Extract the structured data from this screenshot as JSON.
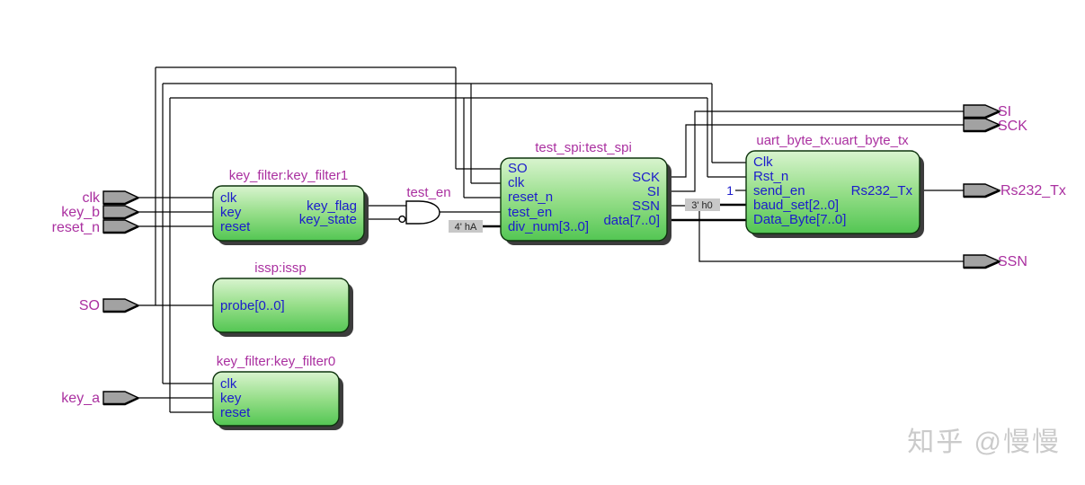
{
  "io": {
    "inputs": [
      {
        "label": "clk"
      },
      {
        "label": "key_b"
      },
      {
        "label": "reset_n"
      },
      {
        "label": "SO"
      },
      {
        "label": "key_a"
      }
    ],
    "outputs": [
      {
        "label": "SI"
      },
      {
        "label": "SCK"
      },
      {
        "label": "Rs232_Tx"
      },
      {
        "label": "SSN"
      }
    ]
  },
  "modules": {
    "key_filter1": {
      "title": "key_filter:key_filter1",
      "inputs": [
        "clk",
        "key",
        "reset"
      ],
      "outputs": [
        "key_flag",
        "key_state"
      ]
    },
    "issp": {
      "title": "issp:issp",
      "inputs": [
        "probe[0..0]"
      ],
      "outputs": []
    },
    "key_filter0": {
      "title": "key_filter:key_filter0",
      "inputs": [
        "clk",
        "key",
        "reset"
      ],
      "outputs": []
    },
    "test_spi": {
      "title": "test_spi:test_spi",
      "inputs": [
        "SO",
        "clk",
        "reset_n",
        "test_en",
        "div_num[3..0]"
      ],
      "outputs": [
        "SCK",
        "SI",
        "SSN",
        "data[7..0]"
      ]
    },
    "uart_byte_tx": {
      "title": "uart_byte_tx:uart_byte_tx",
      "inputs": [
        "Clk",
        "Rst_n",
        "send_en",
        "baud_set[2..0]",
        "Data_Byte[7..0]"
      ],
      "outputs": [
        "Rs232_Tx"
      ]
    }
  },
  "gate": {
    "label": "test_en"
  },
  "constants": {
    "div_num": "4' hA",
    "baud_set": "3' h0",
    "send_en": "1"
  },
  "watermark": "知乎 @慢慢",
  "colors": {
    "module_fill_top": "#d9f4cf",
    "module_fill_bottom": "#53c653",
    "module_border": "#0d330d",
    "title_text": "#aa30a0",
    "pin_text": "#1c1ccc",
    "io_label": "#aa30a0",
    "constant_bg": "#c8c8c8",
    "wire": "#000000",
    "watermark": "#cbcbcb"
  }
}
